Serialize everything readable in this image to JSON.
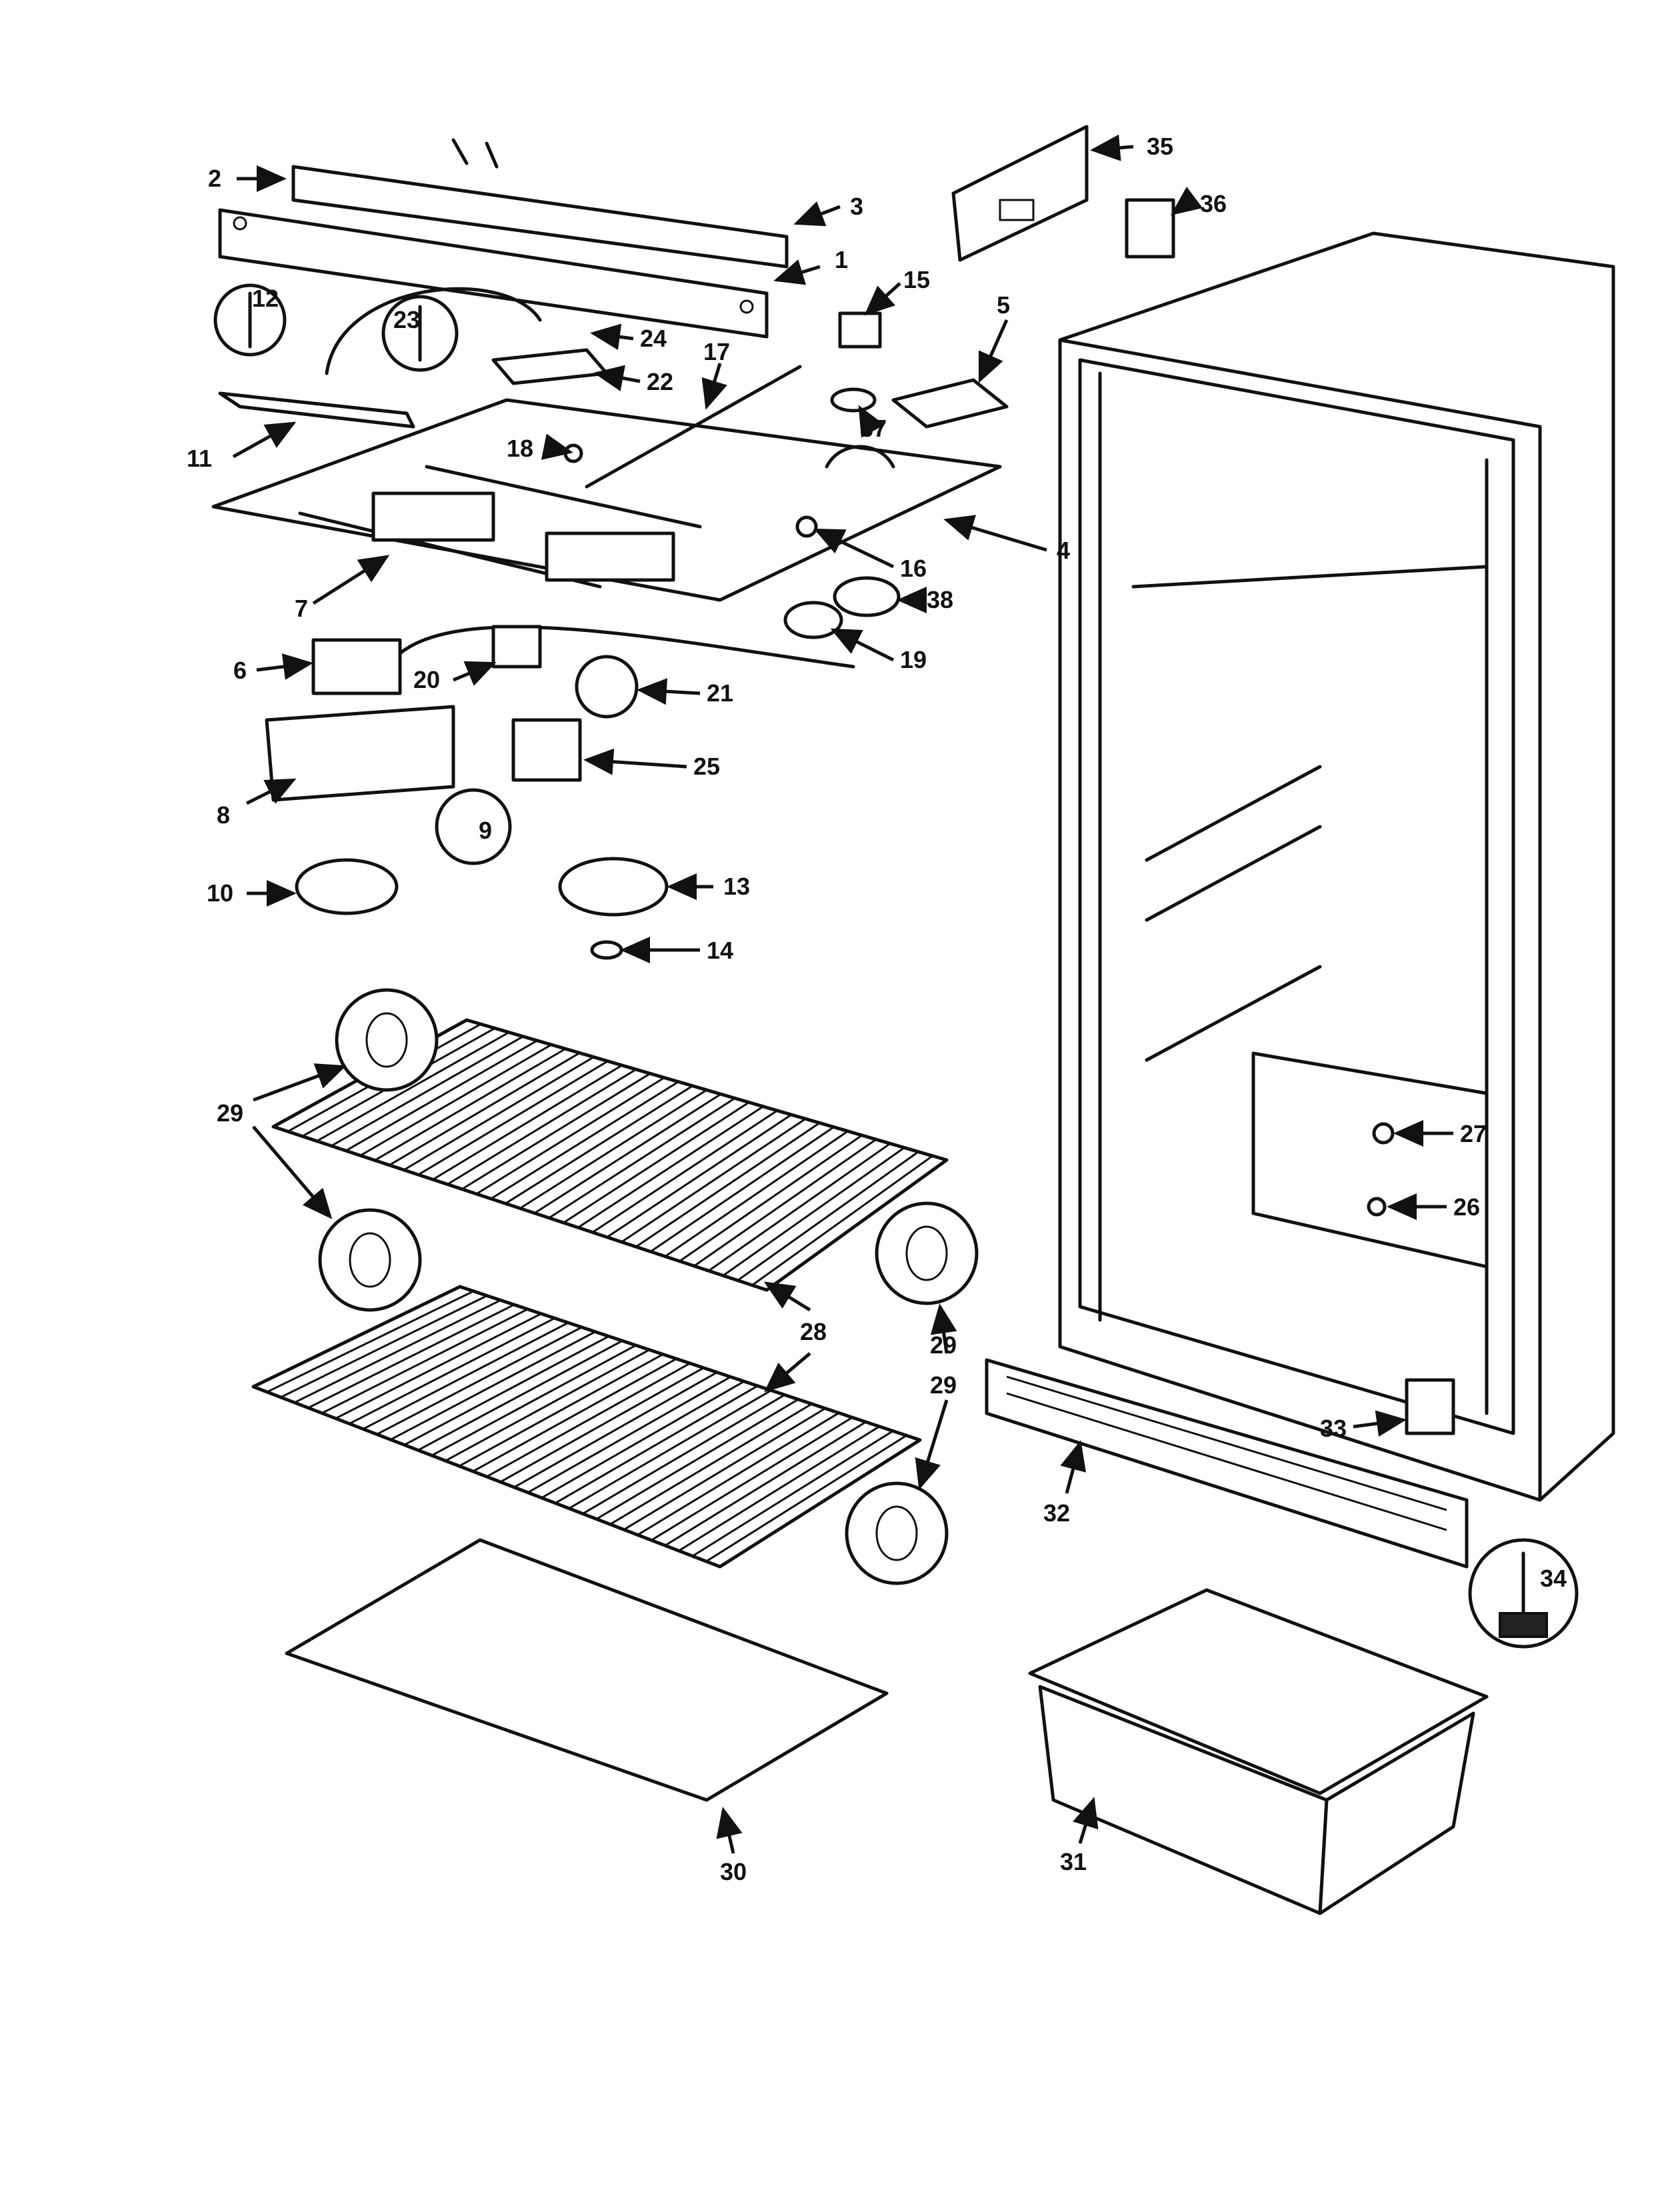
{
  "labels": {
    "p1": "1",
    "p2": "2",
    "p3": "3",
    "p4": "4",
    "p5": "5",
    "p6": "6",
    "p7": "7",
    "p8": "8",
    "p9": "9",
    "p10": "10",
    "p11": "11",
    "p12": "12",
    "p13": "13",
    "p14": "14",
    "p15": "15",
    "p16": "16",
    "p17": "17",
    "p18": "18",
    "p19": "19",
    "p20": "20",
    "p21": "21",
    "p22": "22",
    "p23": "23",
    "p24": "24",
    "p25": "25",
    "p26": "26",
    "p27": "27",
    "p28": "28",
    "p29a": "29",
    "p29b": "29",
    "p29c": "29",
    "p30": "30",
    "p31": "31",
    "p32": "32",
    "p33": "33",
    "p34": "34",
    "p35": "35",
    "p36": "36",
    "p37": "37",
    "p38": "38"
  },
  "colors": {
    "line": "#111111",
    "background": "#ffffff"
  }
}
